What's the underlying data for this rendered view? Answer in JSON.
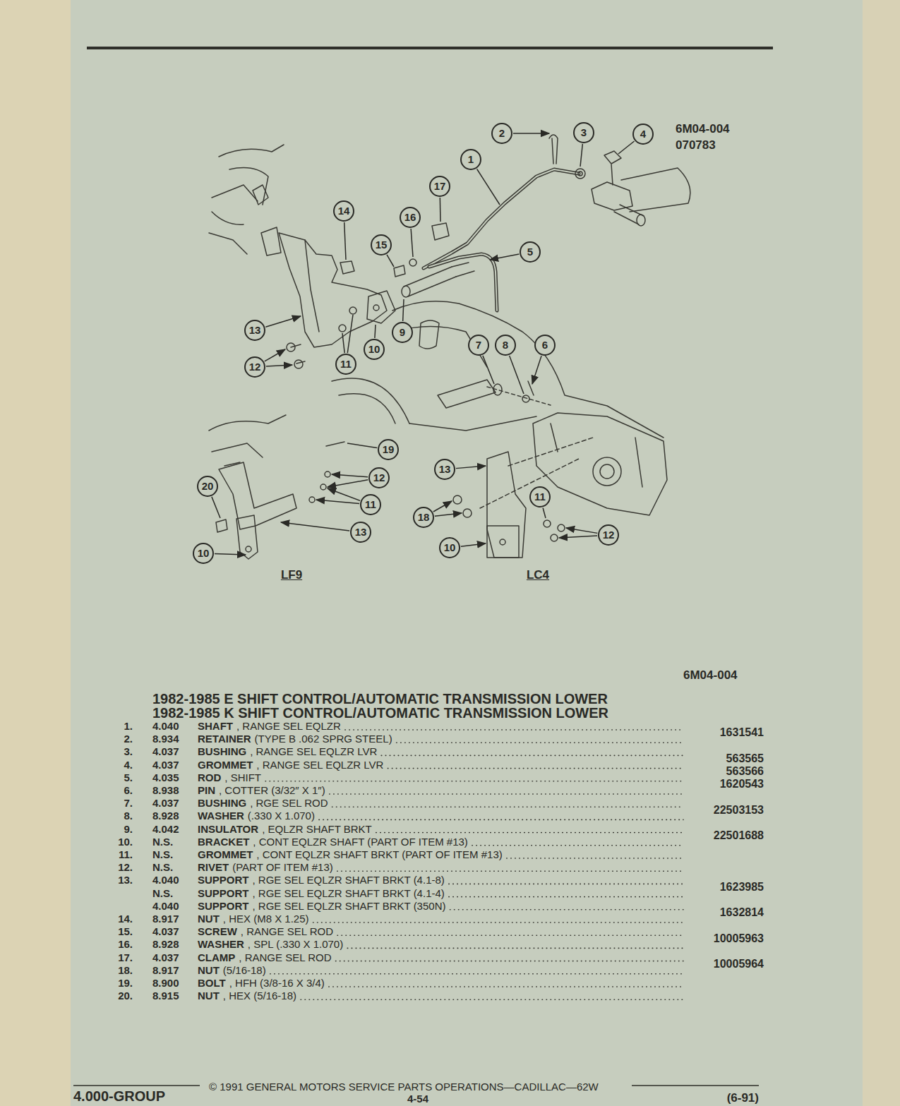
{
  "diagram": {
    "title": "1982-1985 E SHIFT CONTROL/AUTOMATIC TRANSMISSION LOWER",
    "labels": [
      "2",
      "3",
      "4",
      "6M04-004",
      "070783",
      "1",
      "17",
      "14",
      "16",
      "15",
      "5",
      "13",
      "9",
      "10",
      "7",
      "8",
      "6",
      "12",
      "11",
      "19",
      "20",
      "12",
      "13",
      "11",
      "18",
      "11",
      "12",
      "13",
      "10",
      "10",
      "LF9",
      "LC4",
      "6M04-004",
      "1982-1985 K SHIFT CONTROL/AUTOMATIC TRANSMISSION LOWER",
      "1.",
      "4.040",
      "SHAFT",
      ", RANGE SEL EQLZR",
      "2.",
      "8.934",
      "RETAINER",
      "(TYPE B .062 SPRG STEEL)",
      "3.",
      "4.037",
      "BUSHING",
      ", RANGE SEL EQLZR LVR",
      "4.",
      "4.037",
      "GROMMET",
      ", RANGE SEL EQLZR LVR",
      "5.",
      "4.035",
      "ROD",
      ", SHIFT",
      "6.",
      "8.938",
      "PIN",
      ", COTTER (3/32″ X 1″)",
      "7.",
      "4.037",
      "BUSHING",
      ", RGE SEL ROD",
      "8.",
      "8.928",
      "WASHER",
      "(.330 X 1.070)",
      "9.",
      "4.042",
      "INSULATOR",
      ", EQLZR SHAFT BRKT",
      "10.",
      "N.S.",
      "BRACKET",
      ", CONT EQLZR SHAFT (PART OF ITEM #13)",
      "11.",
      "N.S.",
      "GROMMET",
      ", CONT EQLZR SHAFT BRKT (PART OF ITEM #13)",
      "12.",
      "N.S.",
      "RIVET",
      "(PART OF ITEM #13)",
      "13.",
      "4.040",
      "SUPPORT",
      ", RGE SEL EQLZR SHAFT BRKT (4.1-8)",
      "N.S.",
      "SUPPORT",
      ", RGE SEL EQLZR SHAFT BRKT (4.1-4)",
      "4.040",
      "SUPPORT",
      ", RGE SEL EQLZR SHAFT BRKT (350N)",
      "14.",
      "8.917",
      "NUT",
      ", HEX (M8 X 1.25)",
      "15.",
      "4.037",
      "SCREW",
      ", RANGE SEL ROD",
      "16.",
      "8.928",
      "WASHER",
      ", SPL (.330 X 1.070)",
      "17.",
      "4.037",
      "CLAMP",
      ", RANGE SEL ROD",
      "18.",
      "8.917",
      "NUT",
      "(5/16-18)",
      "19.",
      "8.900",
      "BOLT",
      ", HFH (3/8-16 X 3/4)",
      "20.",
      "8.915",
      "NUT",
      ", HEX (5/16-18)",
      "1631541",
      "563565",
      "563566",
      "1620543",
      "22503153",
      "22501688",
      "1623985",
      "1632814",
      "10005963",
      "10005964",
      "4.000-GROUP",
      "© 1991 GENERAL MOTORS SERVICE PARTS OPERATIONS—CADILLAC—62W",
      "4-54",
      "(6-91)"
    ]
  }
}
